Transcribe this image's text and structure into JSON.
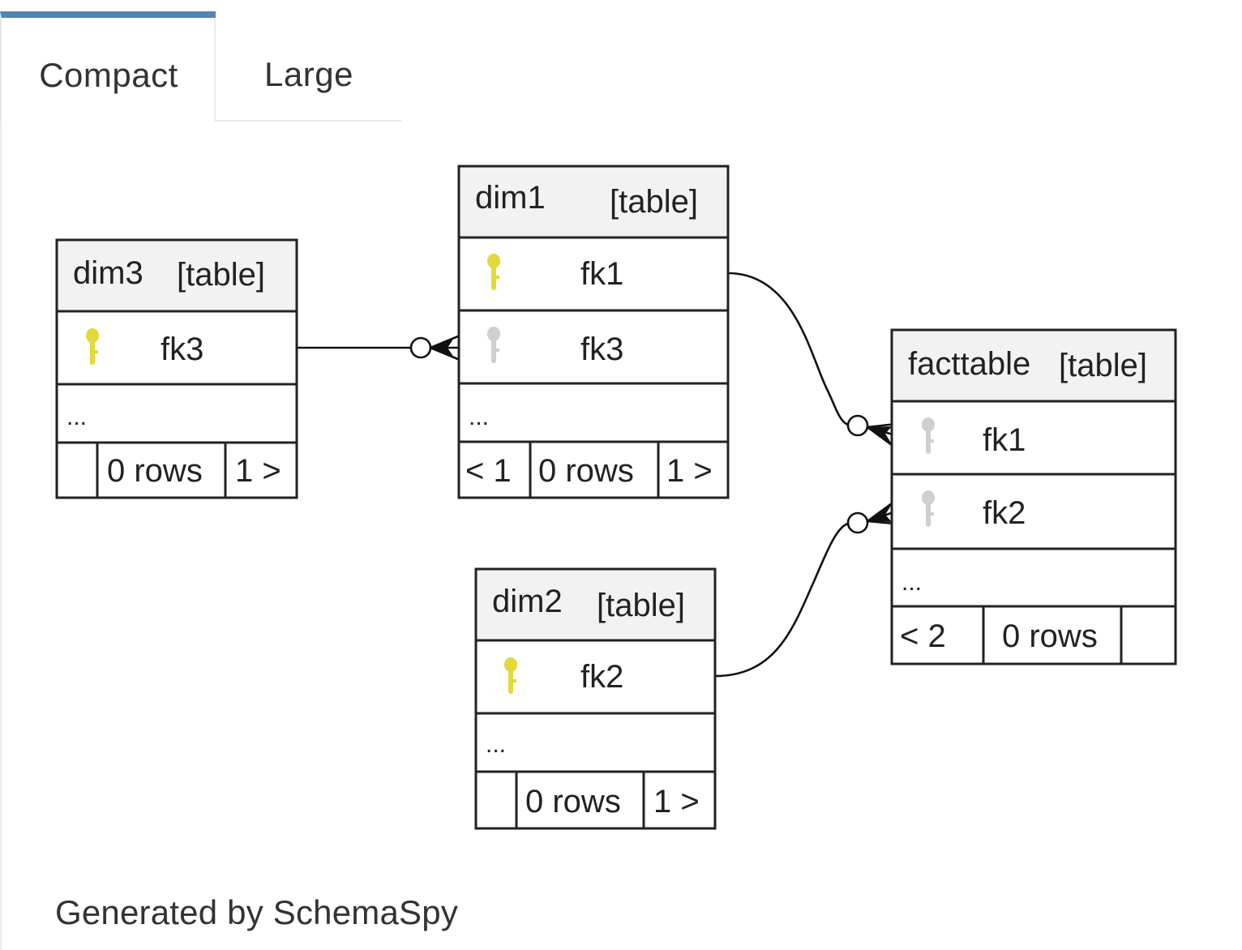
{
  "tabs": {
    "compact": "Compact",
    "large": "Large"
  },
  "colors": {
    "active_tab_accent": "#4f87b7",
    "primary_key": "#e3d93a",
    "foreign_key": "#cfcfcf"
  },
  "diagram": {
    "dim3": {
      "name": "dim3",
      "type": "[table]",
      "column": "fk3",
      "column_icon": "primary-key-icon",
      "ellipsis": "...",
      "nav_prev": "",
      "rows": "0 rows",
      "nav_next": "1 >"
    },
    "dim1": {
      "name": "dim1",
      "type": "[table]",
      "column1": "fk1",
      "column1_icon": "primary-key-icon",
      "column2": "fk3",
      "column2_icon": "foreign-key-icon",
      "ellipsis": "...",
      "nav_prev": "< 1",
      "rows": "0 rows",
      "nav_next": "1 >"
    },
    "dim2": {
      "name": "dim2",
      "type": "[table]",
      "column": "fk2",
      "column_icon": "primary-key-icon",
      "ellipsis": "...",
      "nav_prev": "",
      "rows": "0 rows",
      "nav_next": "1 >"
    },
    "facttable": {
      "name": "facttable",
      "type": "[table]",
      "column1": "fk1",
      "column1_icon": "foreign-key-icon",
      "column2": "fk2",
      "column2_icon": "foreign-key-icon",
      "ellipsis": "...",
      "nav_prev": "< 2",
      "rows": "0 rows",
      "nav_next": ""
    }
  },
  "footer": {
    "text": "Generated by SchemaSpy"
  }
}
